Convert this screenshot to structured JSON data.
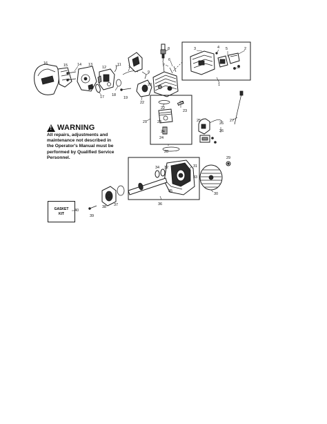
{
  "warning": {
    "title": "WARNING",
    "lines": [
      "All repairs, adjustments and",
      "maintenance not described in",
      "the Operator's Manual must be",
      "performed by Qualified Service",
      "Personnel."
    ]
  },
  "gasket_kit": {
    "line1": "GASKET",
    "line2": "KIT",
    "ref": "40"
  },
  "callouts": {
    "c1": "1",
    "c2": "2",
    "c3": "3",
    "c4": "4",
    "c5": "5",
    "c6": "6",
    "c7": "7",
    "c8": "8",
    "c9": "9",
    "c10": "10",
    "c11": "11",
    "c12": "12",
    "c13": "13",
    "c14": "14",
    "c15": "15",
    "c16": "16",
    "c17": "17",
    "c18": "18",
    "c19": "19",
    "c20": "20",
    "c21": "21",
    "c22": "22",
    "c23": "23",
    "c24": "24",
    "c25": "25",
    "c26": "26",
    "c27": "27",
    "c28": "28",
    "c29": "29",
    "c30": "30",
    "c31": "31",
    "c32": "32",
    "c33": "33",
    "c34": "34",
    "c35": "35",
    "c36": "36",
    "c37": "37",
    "c38": "38",
    "c39": "39"
  }
}
